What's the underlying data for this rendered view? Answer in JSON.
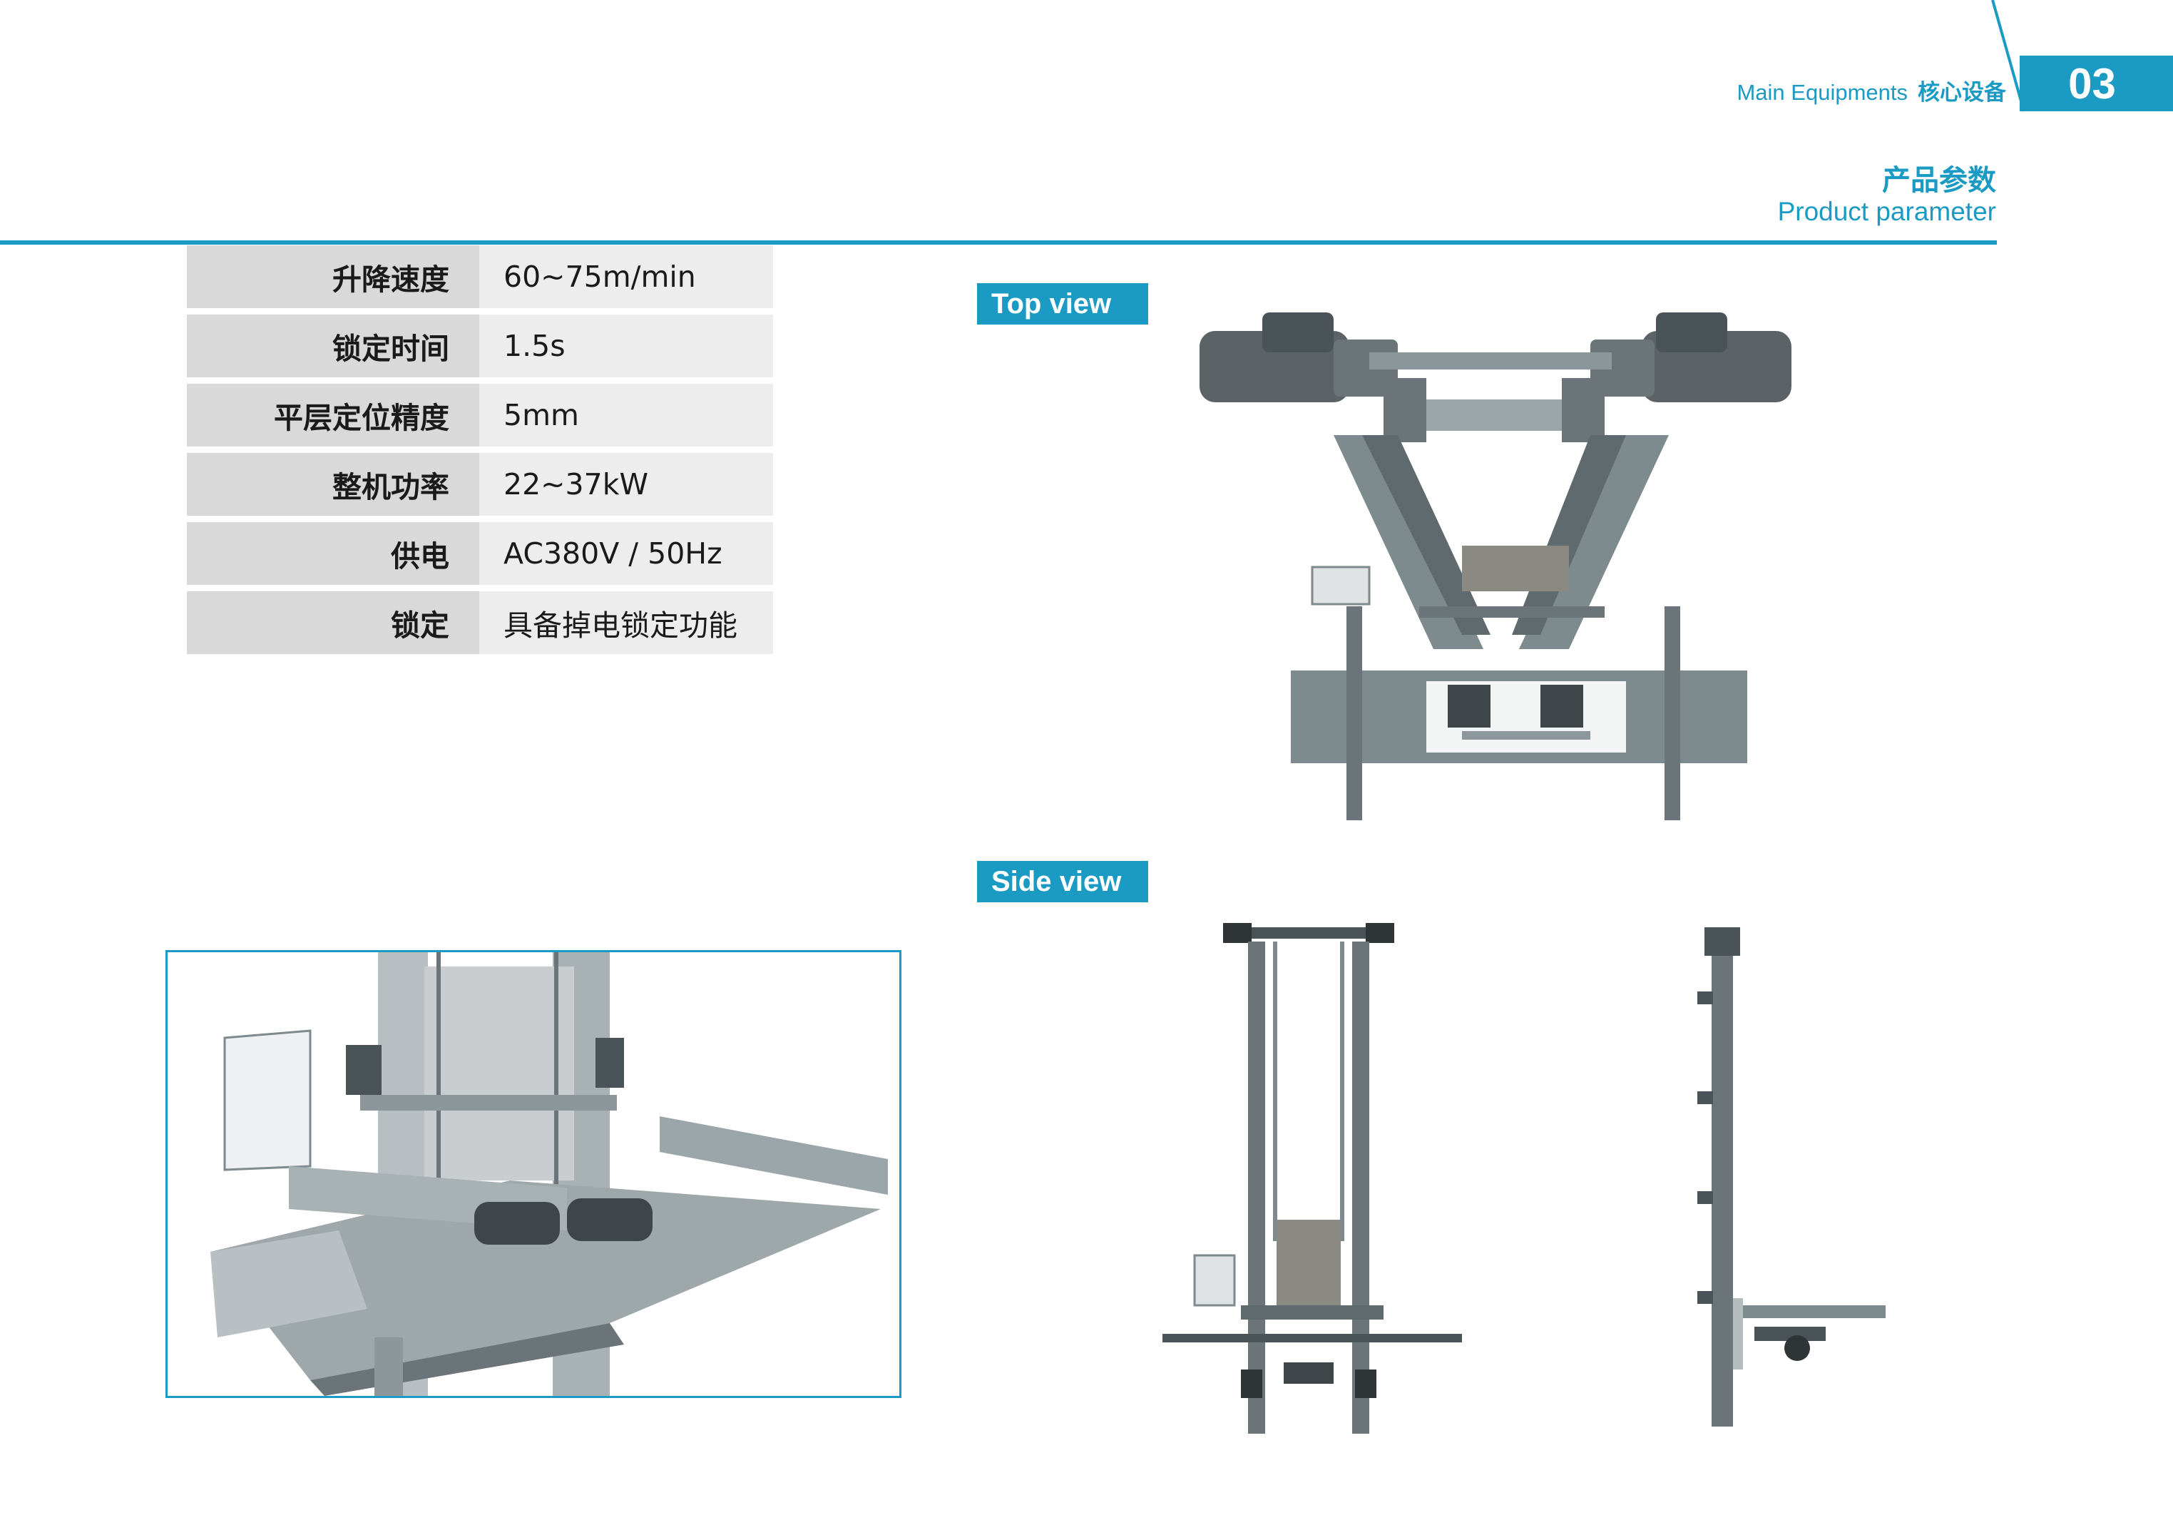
{
  "header": {
    "section_en": "Main Equipments",
    "section_cn": "核心设备",
    "page_number": "03",
    "title_cn": "产品参数",
    "title_en": "Product parameter"
  },
  "specs": [
    {
      "label": "升降速度",
      "value": "60~75m/min"
    },
    {
      "label": "锁定时间",
      "value": "1.5s"
    },
    {
      "label": "平层定位精度",
      "value": "5mm"
    },
    {
      "label": "整机功率",
      "value": "22~37kW"
    },
    {
      "label": "供电",
      "value": "AC380V / 50Hz"
    },
    {
      "label": "锁定",
      "value": "具备掉电锁定功能"
    }
  ],
  "views": {
    "top_label": "Top view",
    "side_label": "Side view"
  },
  "colors": {
    "accent": "#1b9ac4",
    "label_bg": "#d9d9d9",
    "value_bg": "#ededed",
    "machine_steel": "#7d8a8e",
    "machine_dark": "#4a5357"
  }
}
